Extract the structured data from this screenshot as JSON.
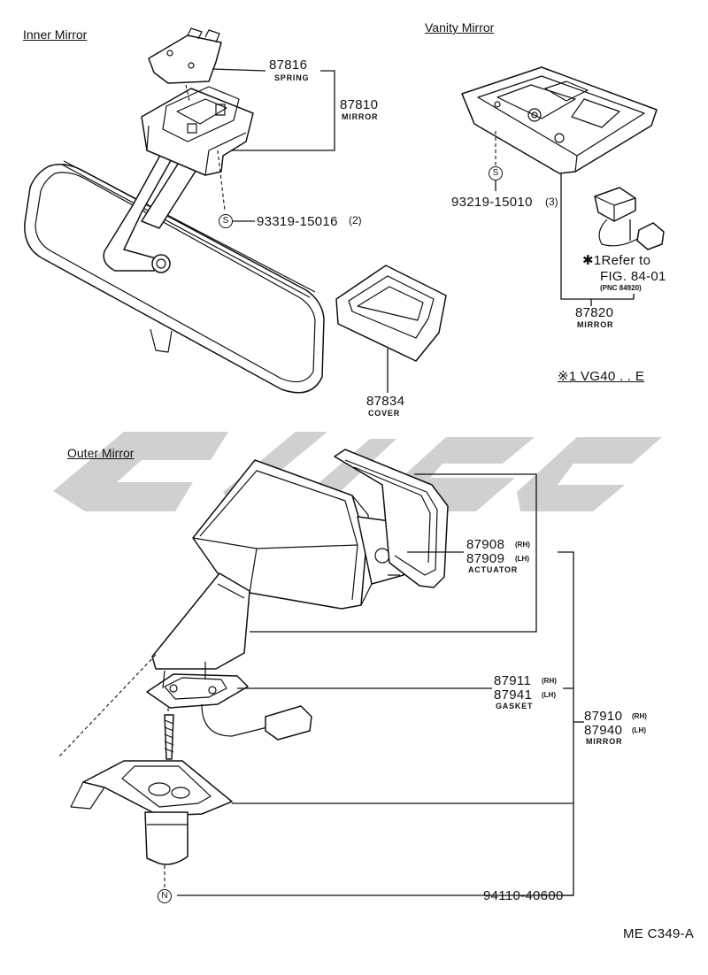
{
  "sections": {
    "inner": "Inner Mirror",
    "vanity": "Vanity Mirror",
    "outer": "Outer Mirror"
  },
  "parts": {
    "p87816": {
      "num": "87816",
      "name": "SPRING"
    },
    "p87810": {
      "num": "87810",
      "name": "MIRROR"
    },
    "screw_inner": {
      "symbol": "S",
      "num": "93319-15016",
      "qty": "(2)"
    },
    "screw_vanity": {
      "symbol": "S",
      "num": "93219-15010",
      "qty": "(3)"
    },
    "note": {
      "line1": "✱1Refer to",
      "line2": "FIG. 84-01",
      "line3": "(PNC 84920)"
    },
    "p87820": {
      "num": "87820",
      "name": "MIRROR"
    },
    "p87834": {
      "num": "87834",
      "name": "COVER"
    },
    "variant": "※1 VG40 . . E",
    "p87908": {
      "num": "87908",
      "side": "(RH)"
    },
    "p87909": {
      "num": "87909",
      "side": "(LH)",
      "name": "ACTUATOR"
    },
    "p87911": {
      "num": "87911",
      "side": "(RH)"
    },
    "p87941": {
      "num": "87941",
      "side": "(LH)",
      "name": "GASKET"
    },
    "p87910": {
      "num": "87910",
      "side": "(RH)"
    },
    "p87940": {
      "num": "87940",
      "side": "(LH)",
      "name": "MIRROR"
    },
    "nut": {
      "symbol": "N",
      "num": "94110-40600"
    }
  },
  "footer": {
    "code": "ME C349-A"
  },
  "colors": {
    "line": "#111111",
    "watermark": "#c6c6c6",
    "background": "#ffffff"
  }
}
